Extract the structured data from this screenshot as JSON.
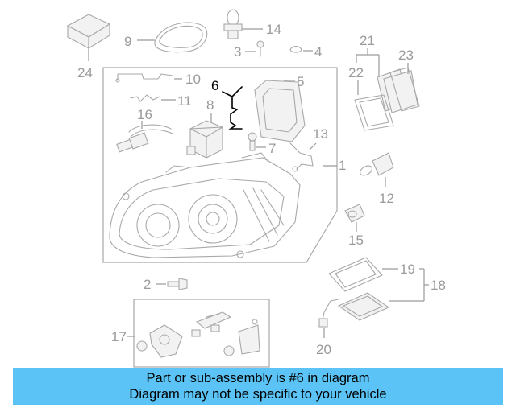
{
  "callouts": {
    "n1": "1",
    "n2": "2",
    "n3": "3",
    "n4": "4",
    "n5": "5",
    "n6": "6",
    "n7": "7",
    "n8": "8",
    "n9": "9",
    "n10": "10",
    "n11": "11",
    "n12": "12",
    "n13": "13",
    "n14": "14",
    "n15": "15",
    "n16": "16",
    "n17": "17",
    "n18": "18",
    "n19": "19",
    "n20": "20",
    "n21": "21",
    "n22": "22",
    "n23": "23",
    "n24": "24"
  },
  "highlighted_part": "6",
  "banner": {
    "line1": "Part or sub-assembly is #6 in diagram",
    "line2": "Diagram may not be specific to your vehicle"
  },
  "colors": {
    "banner": "#5bc3f5",
    "callout": "#9a9a9a",
    "highlight": "#000000"
  }
}
